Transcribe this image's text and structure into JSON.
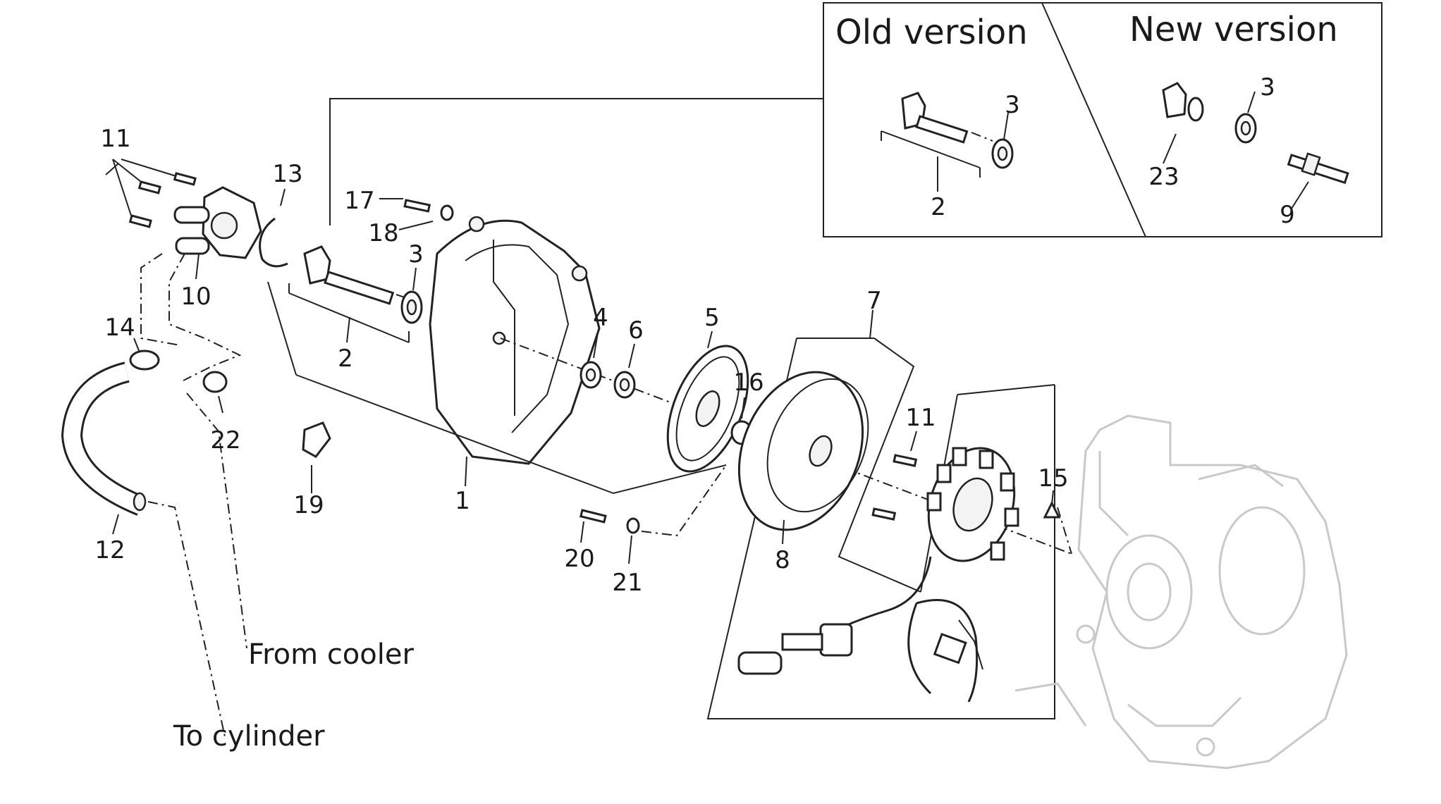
{
  "inset": {
    "old_version": "Old version",
    "new_version": "New version"
  },
  "captions": {
    "from_cooler": "From cooler",
    "to_cylinder": "To cylinder"
  },
  "callouts": {
    "c1": "1",
    "c2": "2",
    "c2_inset": "2",
    "c3": "3",
    "c3_old": "3",
    "c3_new": "3",
    "c4": "4",
    "c5": "5",
    "c6": "6",
    "c7": "7",
    "c8": "8",
    "c9": "9",
    "c10": "10",
    "c11": "11",
    "c11b": "11",
    "c12": "12",
    "c13": "13",
    "c14": "14",
    "c15": "15",
    "c16": "16",
    "c17": "17",
    "c18": "18",
    "c19": "19",
    "c20": "20",
    "c21": "21",
    "c22": "22",
    "c23": "23"
  }
}
